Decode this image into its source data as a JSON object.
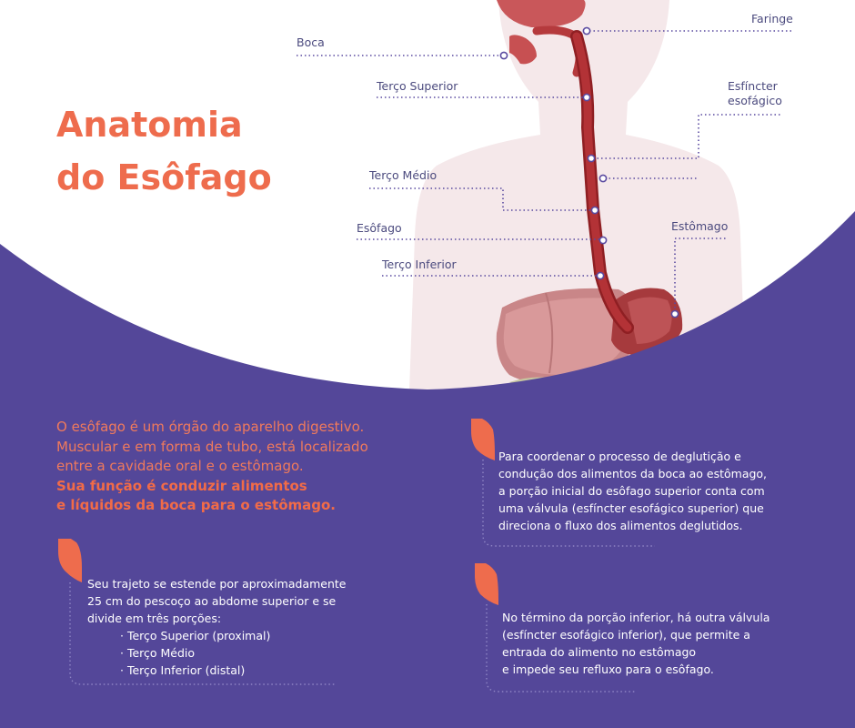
{
  "title": {
    "line1": "Anatomia",
    "line2": "do Esôfago"
  },
  "labels": {
    "faringe": "Faringe",
    "boca": "Boca",
    "terco_superior": "Terço Superior",
    "esfincter_1": "Esfíncter",
    "esfincter_2": "esofágico",
    "terco_medio": "Terço Médio",
    "esofago": "Esôfago",
    "estomago": "Estômago",
    "terco_inferior": "Terço Inferior"
  },
  "intro": {
    "normal_lines": [
      "O esôfago é um órgão do aparelho digestivo.",
      "Muscular e em forma de tubo, está localizado",
      "entre a cavidade oral e o estômago."
    ],
    "strong_lines": [
      "Sua função é conduzir alimentos",
      "e líquidos da boca para o estômago."
    ]
  },
  "card_trajeto": {
    "lines": [
      "Seu trajeto se estende por aproximadamente",
      "25 cm do pescoço ao abdome superior e se",
      "divide em três porções:"
    ],
    "items": [
      "· Terço Superior (proximal)",
      "· Terço Médio",
      "· Terço Inferior (distal)"
    ]
  },
  "card_superior": {
    "lines": [
      "Para coordenar o processo de deglutição e",
      "condução dos alimentos da boca ao estômago,",
      "a porção inicial do esôfago superior conta com",
      "uma válvula (esfíncter esofágico superior) que",
      "direciona o fluxo dos alimentos deglutidos."
    ]
  },
  "card_inferior": {
    "lines": [
      "No término da porção inferior, há outra válvula",
      "(esfíncter esofágico inferior), que permite a",
      "entrada do alimento no estômago",
      "e impede seu refluxo para o esôfago."
    ]
  },
  "colors": {
    "purple": "#544799",
    "coral": "#ee6c4d",
    "esophagus": "#a52a2e",
    "silhouette": "#f4e6e8",
    "marker": "#5a4aa0"
  }
}
